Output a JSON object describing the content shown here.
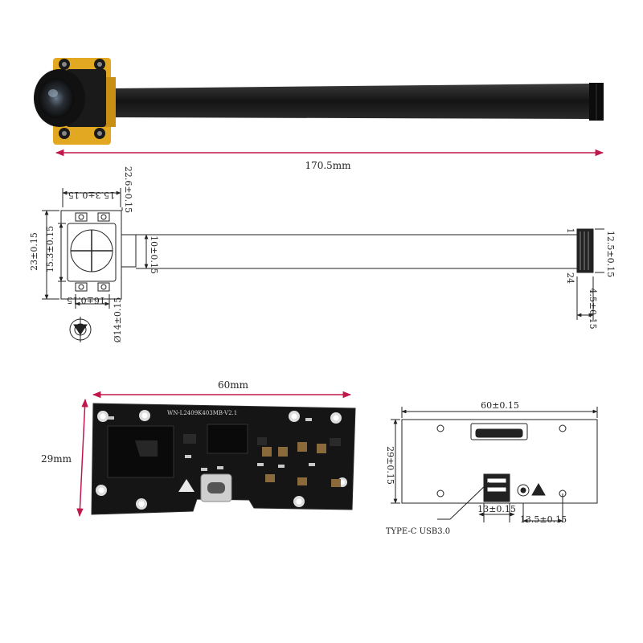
{
  "colors": {
    "dimension_red": "#c0184a",
    "cable_black": "#1b1b1b",
    "sensor_board_yellow": "#e2a822",
    "pcb_black": "#151515",
    "drawing_line": "#222222"
  },
  "photo_camera": {
    "length_label": "170.5mm"
  },
  "drawing_camera": {
    "board_width": "15.3±0.15",
    "board_height_total": "22.6±0.15",
    "height_outer": "23±0.15",
    "height_inner": "15.3±0.15",
    "hole_spacing": "16±0.15",
    "lens_diameter": "Ø14±0.15",
    "cable_width": "10±0.15",
    "connector_height": "12.5±0.15",
    "connector_depth": "4.5±0.15",
    "pin_first": "1",
    "pin_last": "24"
  },
  "photo_board": {
    "width_label": "60mm",
    "height_label": "29mm",
    "silkscreen": "WN-L2409K403MB-V2.1"
  },
  "drawing_board": {
    "width": "60±0.15",
    "height": "29±0.15",
    "port_width": "13±0.15",
    "port_offset": "13.5±0.15",
    "port_label": "TYPE-C USB3.0"
  }
}
